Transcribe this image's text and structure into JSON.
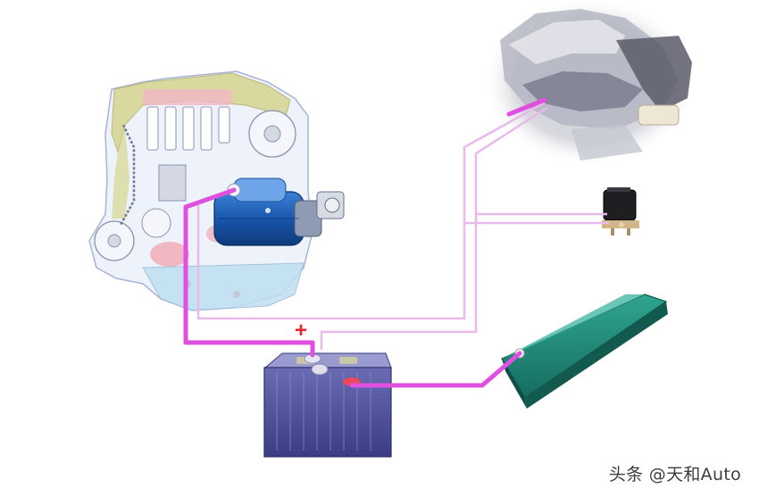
{
  "labels": {
    "battery_positive": "+",
    "watermark": "头条 @天和Auto"
  },
  "components": [
    {
      "id": "engine",
      "icon": "engine-block-icon"
    },
    {
      "id": "starter_motor",
      "icon": "starter-motor-icon"
    },
    {
      "id": "car_seat",
      "icon": "car-seat-icon"
    },
    {
      "id": "relay",
      "icon": "relay-icon"
    },
    {
      "id": "battery",
      "icon": "battery-icon"
    },
    {
      "id": "chassis_ground",
      "icon": "chassis-rail-icon"
    }
  ],
  "colors": {
    "cable_main": "#e04fe0",
    "cable_signal": "#e8b9ea",
    "engine_outline": "#a9b4d4",
    "engine_yellow": "#d6d58f",
    "engine_light_blue": "#bfe0f2",
    "starter_blue": "#1c5fb8",
    "battery_purple": "#4c4e9a",
    "ground_rail": "#1f8a7a",
    "plus_sign": "#e8242f"
  }
}
